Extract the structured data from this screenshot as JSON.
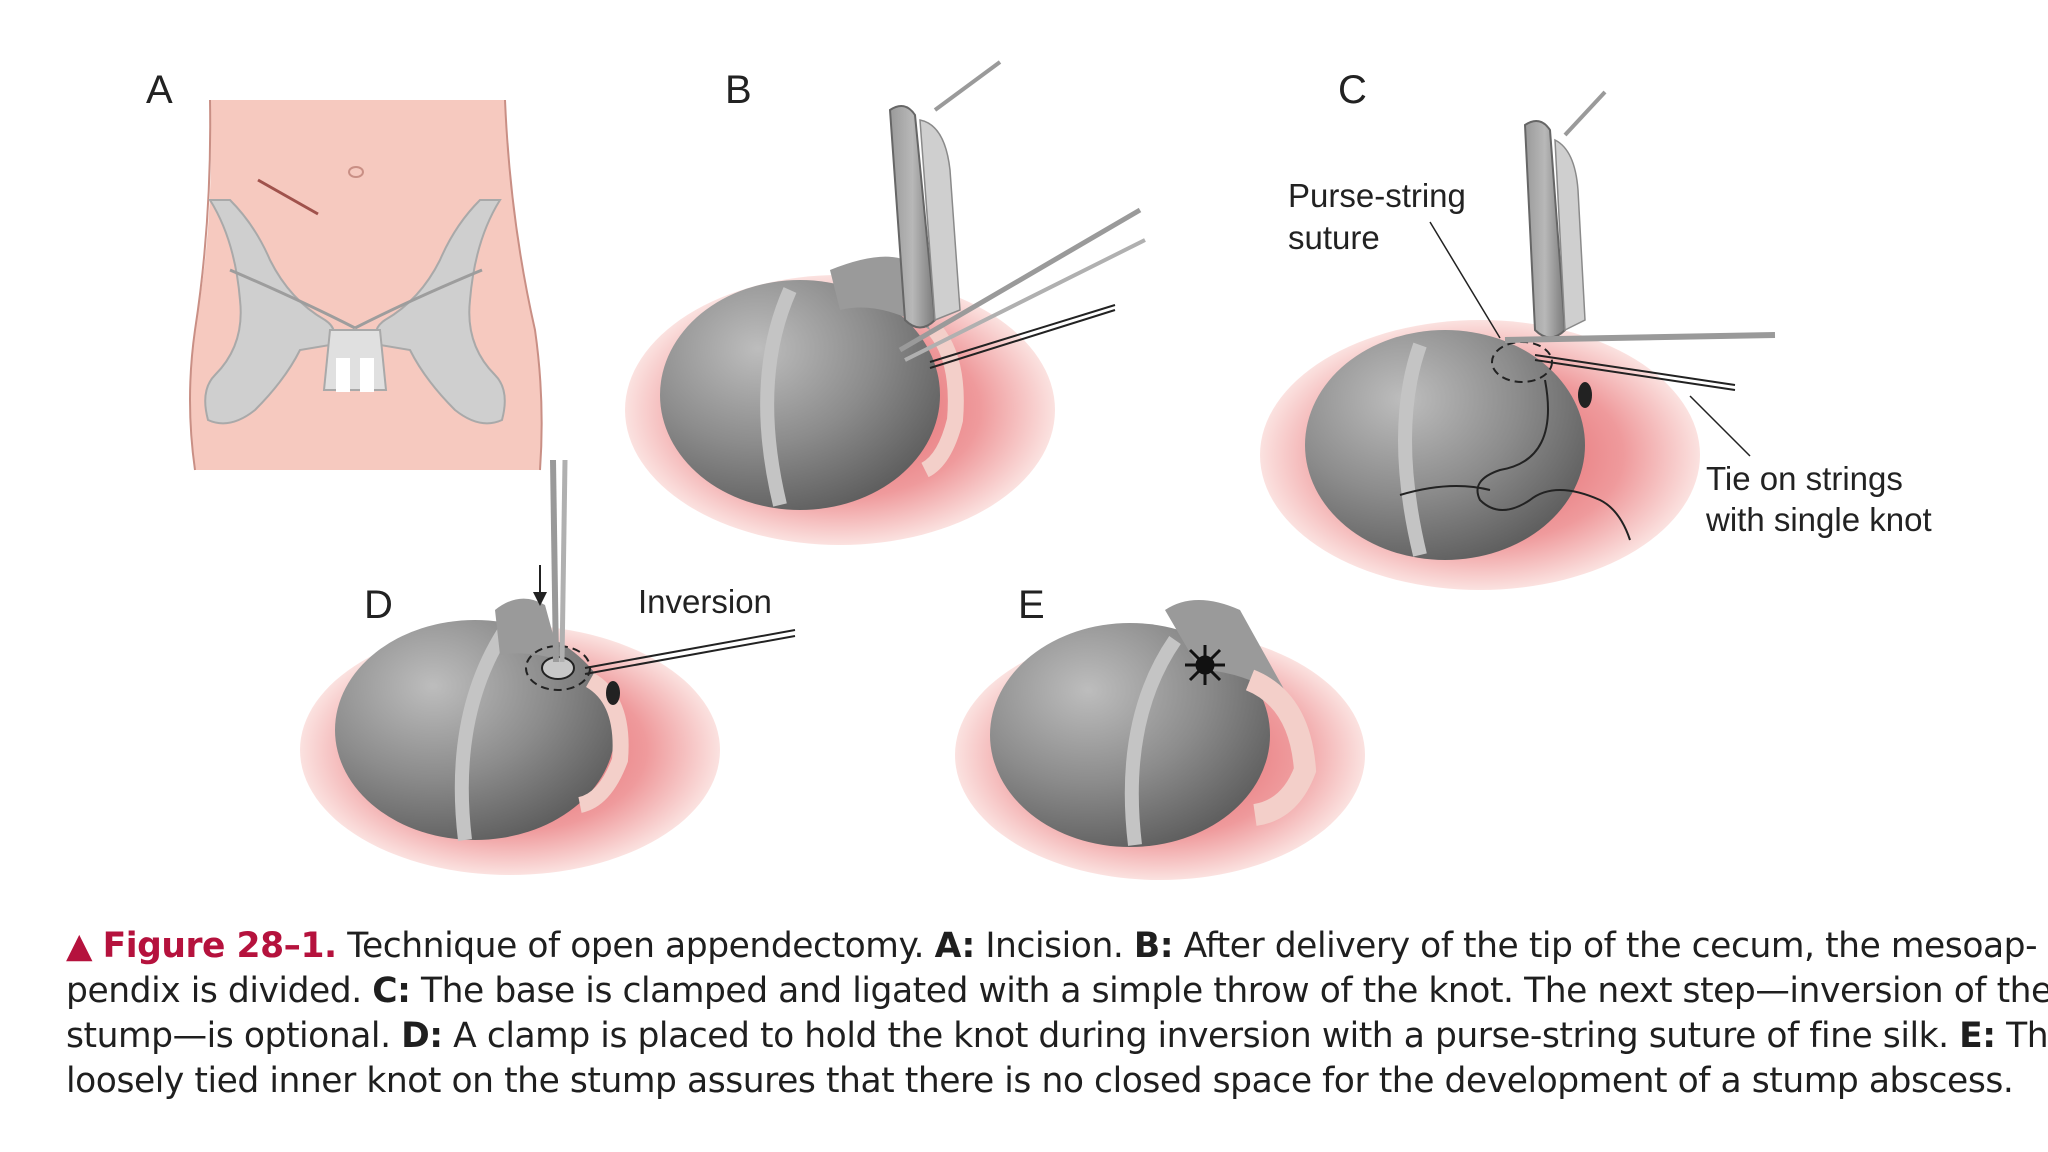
{
  "panels": {
    "a": "A",
    "b": "B",
    "c": "C",
    "d": "D",
    "e": "E"
  },
  "annotations": {
    "purse_string_1": "Purse-string",
    "purse_string_2": "suture",
    "tie_1": "Tie on strings",
    "tie_2": "with single knot",
    "inversion": "Inversion"
  },
  "caption": {
    "marker": "▲",
    "figure_label": "Figure 28–1.",
    "line1_text": " Technique of open appendectomy. ",
    "a_label": "A:",
    "a_text": " Incision. ",
    "b_label": "B:",
    "b_text": " After delivery of the tip of the cecum, the mesoap-",
    "line2_text": "pendix is divided. ",
    "c_label": "C:",
    "c_text": " The base is clamped and ligated with a simple throw of the knot. The next step—inversion of the",
    "line3_text": "stump—is optional. ",
    "d_label": "D:",
    "d_text": " A clamp is placed to hold the knot during inversion with a purse-string suture of fine silk. ",
    "e_label": "E:",
    "e_text": " The",
    "line4_text": "loosely tied inner knot on the stump assures that there is no closed space for the development of a stump abscess."
  },
  "colors": {
    "accent": "#b5123d",
    "skin": "#f6c9bf",
    "wound": "#e9878a",
    "bowel": "#8f8f8f",
    "bone": "#cfcfcf"
  }
}
